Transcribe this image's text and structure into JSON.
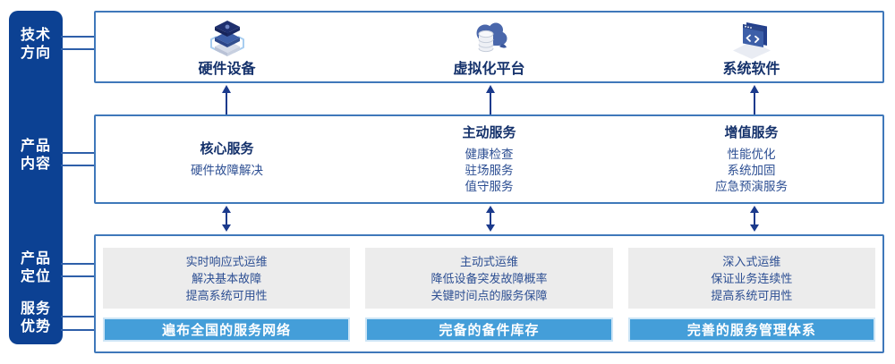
{
  "sidebar": {
    "items": [
      {
        "line1": "技术",
        "line2": "方向"
      },
      {
        "line1": "产品",
        "line2": "内容"
      },
      {
        "line1": "产品",
        "line2": "定位"
      },
      {
        "line1": "服务",
        "line2": "优势"
      }
    ]
  },
  "tech_row": {
    "items": [
      {
        "icon": "server-stack-icon",
        "label": "硬件设备"
      },
      {
        "icon": "cloud-database-icon",
        "label": "虚拟化平台"
      },
      {
        "icon": "code-window-icon",
        "label": "系统软件"
      }
    ]
  },
  "content_row": {
    "columns": [
      {
        "heading": "核心服务",
        "items": [
          "硬件故障解决"
        ]
      },
      {
        "heading": "主动服务",
        "items": [
          "健康检查",
          "驻场服务",
          "值守服务"
        ]
      },
      {
        "heading": "增值服务",
        "items": [
          "性能优化",
          "系统加固",
          "应急预演服务"
        ]
      }
    ]
  },
  "position_row": {
    "columns": [
      {
        "lines": [
          "实时响应式运维",
          "解决基本故障",
          "提高系统可用性"
        ],
        "banner": "遍布全国的服务网络"
      },
      {
        "lines": [
          "主动式运维",
          "降低设备突发故障概率",
          "关键时间点的服务保障"
        ],
        "banner": "完备的备件库存"
      },
      {
        "lines": [
          "深入式运维",
          "保证业务连续性",
          "提高系统可用性"
        ],
        "banner": "完善的服务管理体系"
      }
    ]
  },
  "colors": {
    "sidebar_bg": "#0c4193",
    "box_border": "#3f78ba",
    "connector": "#2e5fa9",
    "arrow": "#1b3a8c",
    "heading_text": "#14316b",
    "body_text": "#2d4f93",
    "banner_bg": "#449ed9",
    "banner_border": "#cde5f6",
    "panel_bg": "#ececec",
    "label_text": "#ffffff"
  }
}
